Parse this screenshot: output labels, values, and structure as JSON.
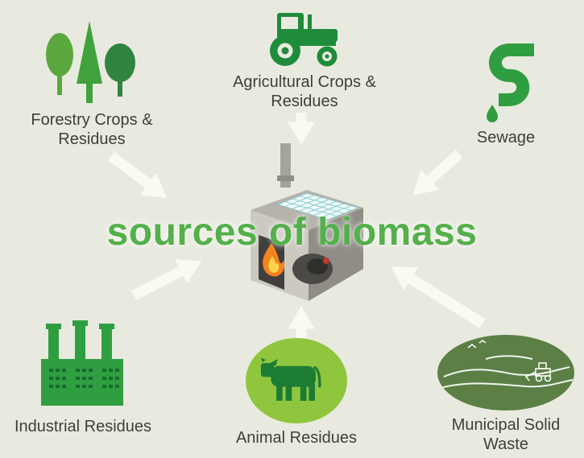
{
  "title": {
    "text": "sources of biomass",
    "color": "#54b04a"
  },
  "sources": {
    "forestry": {
      "label": "Forestry Crops & Residues",
      "icon": "trees-icon"
    },
    "agricultural": {
      "label": "Agricultural Crops & Residues",
      "icon": "tractor-icon"
    },
    "sewage": {
      "label": "Sewage",
      "icon": "sewage-pipe-icon"
    },
    "industrial": {
      "label": "Industrial Residues",
      "icon": "factory-icon"
    },
    "animal": {
      "label": "Animal Residues",
      "icon": "cow-icon"
    },
    "municipal": {
      "label": "Municipal Solid Waste",
      "icon": "landfill-icon"
    }
  },
  "center": {
    "illustration": "biomass-furnace-with-flame-and-chimney"
  },
  "palette": {
    "background": "#e9eadf",
    "icon_green": "#2f9e41",
    "icon_green_dark": "#1d7c33",
    "cow_circle_green": "#8fc63e",
    "landfill_ellipse_green": "#5c7f45",
    "label_text": "#3f3e3c",
    "title_green": "#54b04a",
    "arrow_white": "#fafaf3",
    "flame_orange": "#f58220",
    "flame_yellow": "#ffd24a"
  }
}
